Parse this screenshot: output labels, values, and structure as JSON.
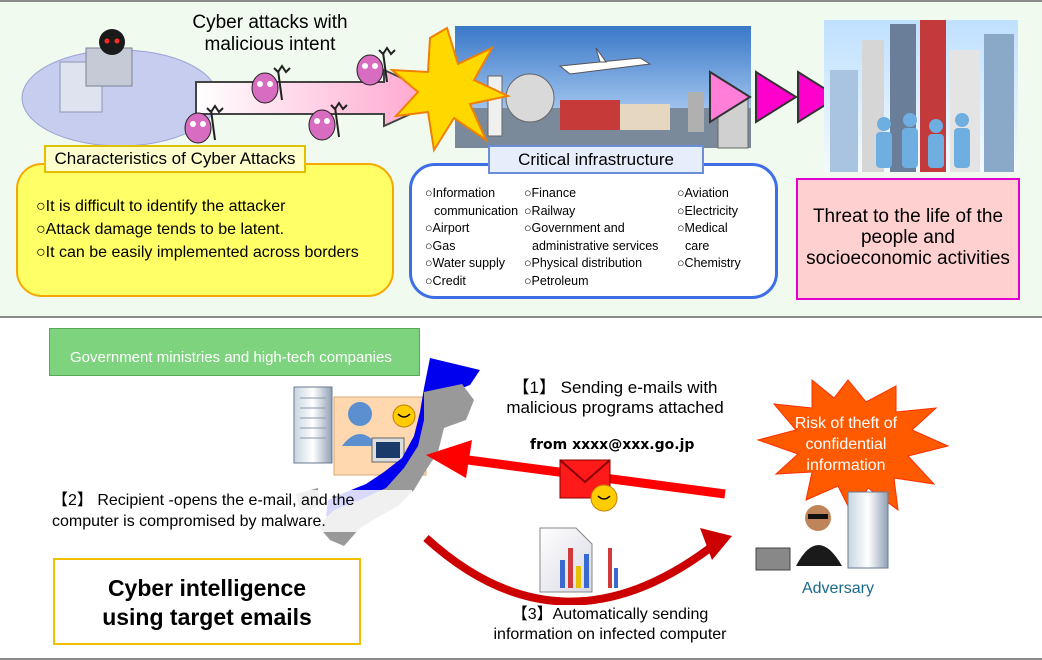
{
  "top": {
    "attack_title": "Cyber attacks with malicious intent",
    "attack_title_lines": [
      "Cyber attacks with",
      "malicious intent"
    ],
    "characteristics": {
      "label": "Characteristics of Cyber Attacks",
      "items": [
        "○It is difficult to identify the attacker",
        "○Attack damage tends to be latent.",
        "○It can be easily implemented across borders"
      ]
    },
    "critical_infrastructure": {
      "label": "Critical infrastructure",
      "col1": [
        "○Information",
        "communication",
        "○Airport",
        "○Gas",
        "○Water supply",
        "○Credit"
      ],
      "col2": [
        "○Finance",
        "○Railway",
        "○Government and",
        "administrative services",
        "○Physical distribution",
        "○Petroleum"
      ],
      "col3": [
        "○Aviation",
        "○Electricity",
        "○Medical",
        "care",
        "○Chemistry"
      ]
    },
    "threat": {
      "lines": [
        "Threat to the life of the",
        "people and",
        "socioeconomic activities"
      ]
    }
  },
  "bottom": {
    "gov_banner": "Government ministries and high-tech companies",
    "step1_lines": [
      "【1】 Sending e-mails with",
      "malicious programs attached"
    ],
    "from_text": "from xxxx@xxx.go.jp",
    "risk_lines": [
      "Risk of theft of",
      "confidential",
      "information"
    ],
    "step2_lines": [
      "【2】 Recipient -opens the e-mail, and the",
      "computer is compromised by malware."
    ],
    "intel_lines": [
      "Cyber intelligence",
      "using target emails"
    ],
    "step3_lines": [
      "【3】Automatically sending",
      "information on infected computer"
    ],
    "adversary_label": "Adversary"
  },
  "colors": {
    "attack_arrow": "#ffb8d8",
    "chevron": "#ff00cc",
    "explosion": "#ffd800",
    "risk_burst": "#ff5a00",
    "red_arrow": "#ff0000",
    "japan_blue": "#0000ee",
    "japan_gray": "#999999"
  }
}
